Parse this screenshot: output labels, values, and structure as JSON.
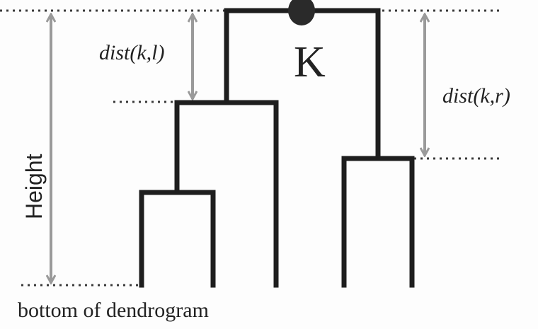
{
  "labels": {
    "dist_left": "dist(k,l)",
    "dist_right": "dist(k,r)",
    "node": "K",
    "height_axis": "Height",
    "bottom": "bottom of dendrogram"
  },
  "colors": {
    "tree": "#1e1e1e",
    "arrow": "#9a9a9a",
    "dotted": "#3a3a3a",
    "node": "#2a2a2a",
    "background": "#fdfdfd"
  }
}
